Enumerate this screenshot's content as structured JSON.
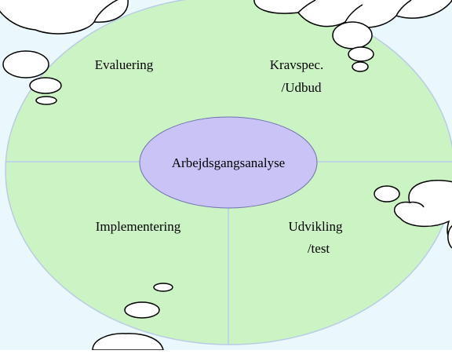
{
  "diagram": {
    "center": {
      "label": "Arbejdsgangsanalyse"
    },
    "quadrants": [
      {
        "id": "top-left",
        "lines": [
          "Evaluering"
        ]
      },
      {
        "id": "top-right",
        "lines": [
          "Kravspec.",
          "/Udbud"
        ]
      },
      {
        "id": "bottom-left",
        "lines": [
          "Implementering"
        ]
      },
      {
        "id": "bottom-right",
        "lines": [
          "Udvikling",
          "/test"
        ]
      }
    ]
  },
  "colors": {
    "background": "#eaf7fc",
    "outer_fill": "#ccf3c4",
    "outer_stroke": "#b8cce8",
    "divider": "#b8cce8",
    "center_fill": "#c9c4f5",
    "center_stroke": "#7070b0",
    "cloud_fill": "#ffffff",
    "cloud_stroke": "#000000",
    "text": "#000000"
  }
}
